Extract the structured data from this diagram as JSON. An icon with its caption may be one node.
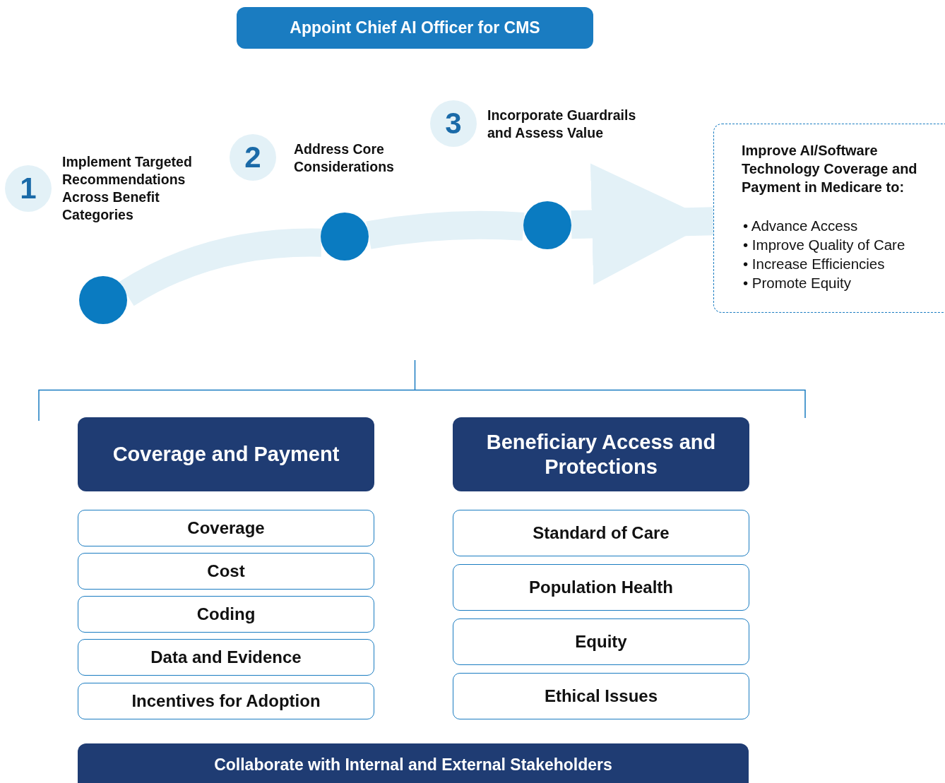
{
  "diagram": {
    "nodes": [
      {
        "text": [
          "Appoint Chief AI Officer for CMS"
        ]
      },
      {
        "text": [
          "1"
        ],
        "beside": [
          "Implement Targeted Recommendations Across Benefit Categories"
        ]
      },
      {
        "text": [
          "2"
        ],
        "beside": [
          "Address Core Considerations"
        ]
      },
      {
        "text": [
          "3"
        ],
        "beside": [
          "Incorporate Guardrails and Assess Value"
        ]
      },
      {
        "text": [],
        "shape": "circle"
      },
      {
        "text": [],
        "shape": "circle"
      },
      {
        "text": [],
        "shape": "circle"
      },
      {
        "text": [
          "Improve AI/Software Technology Coverage and Payment in Medicare to:",
          "• Advance Access",
          "• Improve Quality of Care",
          "• Increase Efficiencies",
          "• Promote Equity"
        ]
      },
      {
        "text": [
          "Coverage and Payment"
        ]
      },
      {
        "text": [
          "Coverage"
        ]
      },
      {
        "text": [
          "Cost"
        ]
      },
      {
        "text": [
          "Coding"
        ]
      },
      {
        "text": [
          "Data and Evidence"
        ]
      },
      {
        "text": [
          "Incentives for Adoption"
        ]
      },
      {
        "text": [
          "Beneficiary Access and Protections"
        ]
      },
      {
        "text": [
          "Standard of Care"
        ]
      },
      {
        "text": [
          "Population Health"
        ]
      },
      {
        "text": [
          "Equity"
        ]
      },
      {
        "text": [
          "Ethical Issues"
        ]
      },
      {
        "text": [
          "Collaborate with Internal and External Stakeholders"
        ]
      }
    ],
    "edges": [
      {
        "from": 4,
        "to": 5,
        "arrow": "none"
      },
      {
        "from": 5,
        "to": 6,
        "arrow": "none"
      },
      {
        "from": 6,
        "to": 7,
        "arrow": "to"
      }
    ]
  }
}
